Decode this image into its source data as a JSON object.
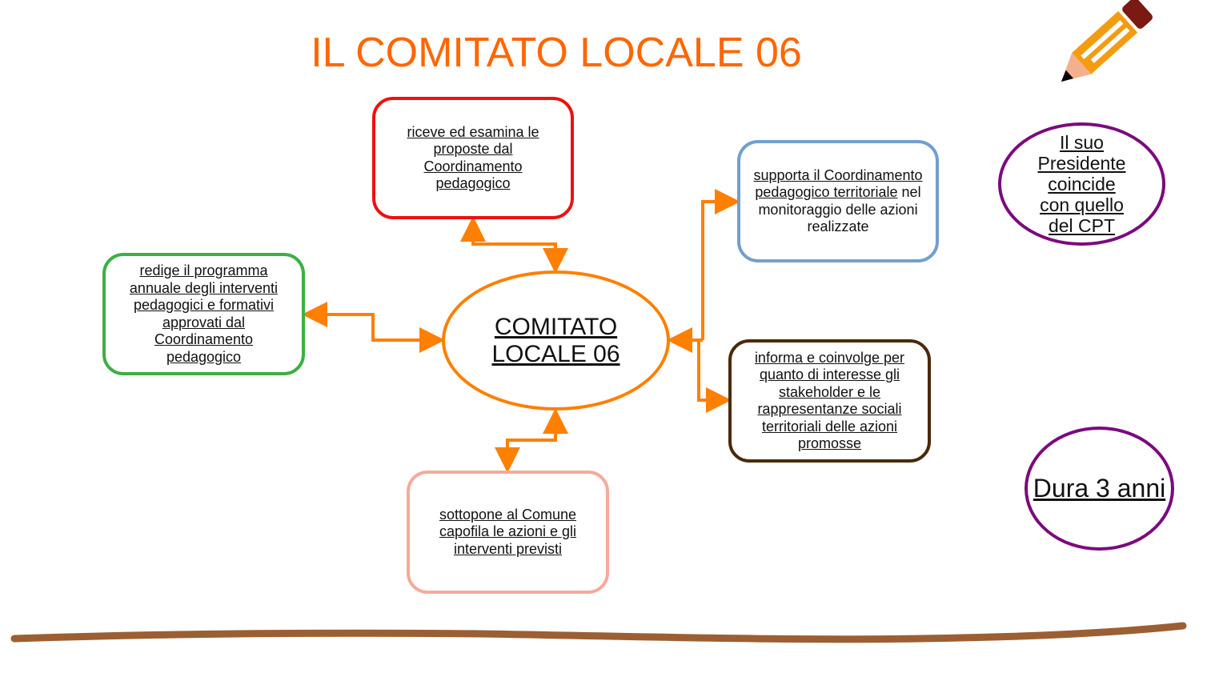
{
  "title": "IL COMITATO LOCALE 06",
  "center": {
    "line1": "COMITATO",
    "line2": "LOCALE 06"
  },
  "boxes": {
    "top": "riceve ed esamina le proposte dal Coordinamento pedagogico",
    "left": "redige il programma annuale degli interventi pedagogici e formativi approvati dal Coordinamento pedagogico",
    "bottom": "sottopone al Comune capofila le azioni e gli interventi previsti",
    "right_top_underlined": "supporta il Coordinamento pedagogico territoriale",
    "right_top_plain": "nel monitoraggio delle azioni realizzate",
    "right_bottom": "informa e coinvolge per quanto di interesse gli stakeholder e le rappresentanze sociali territoriali delle azioni promosse"
  },
  "side": {
    "president": "Il suo Presidente coincide con quello del CPT",
    "duration": "Dura 3 anni"
  },
  "colors": {
    "accent": "#ff7f00",
    "title": "#ff6600",
    "red": "#ee1111",
    "green": "#3cb043",
    "pink": "#f7a99a",
    "blue": "#729fcf",
    "brown": "#4a2a0a",
    "purple": "#7b0a7e"
  }
}
